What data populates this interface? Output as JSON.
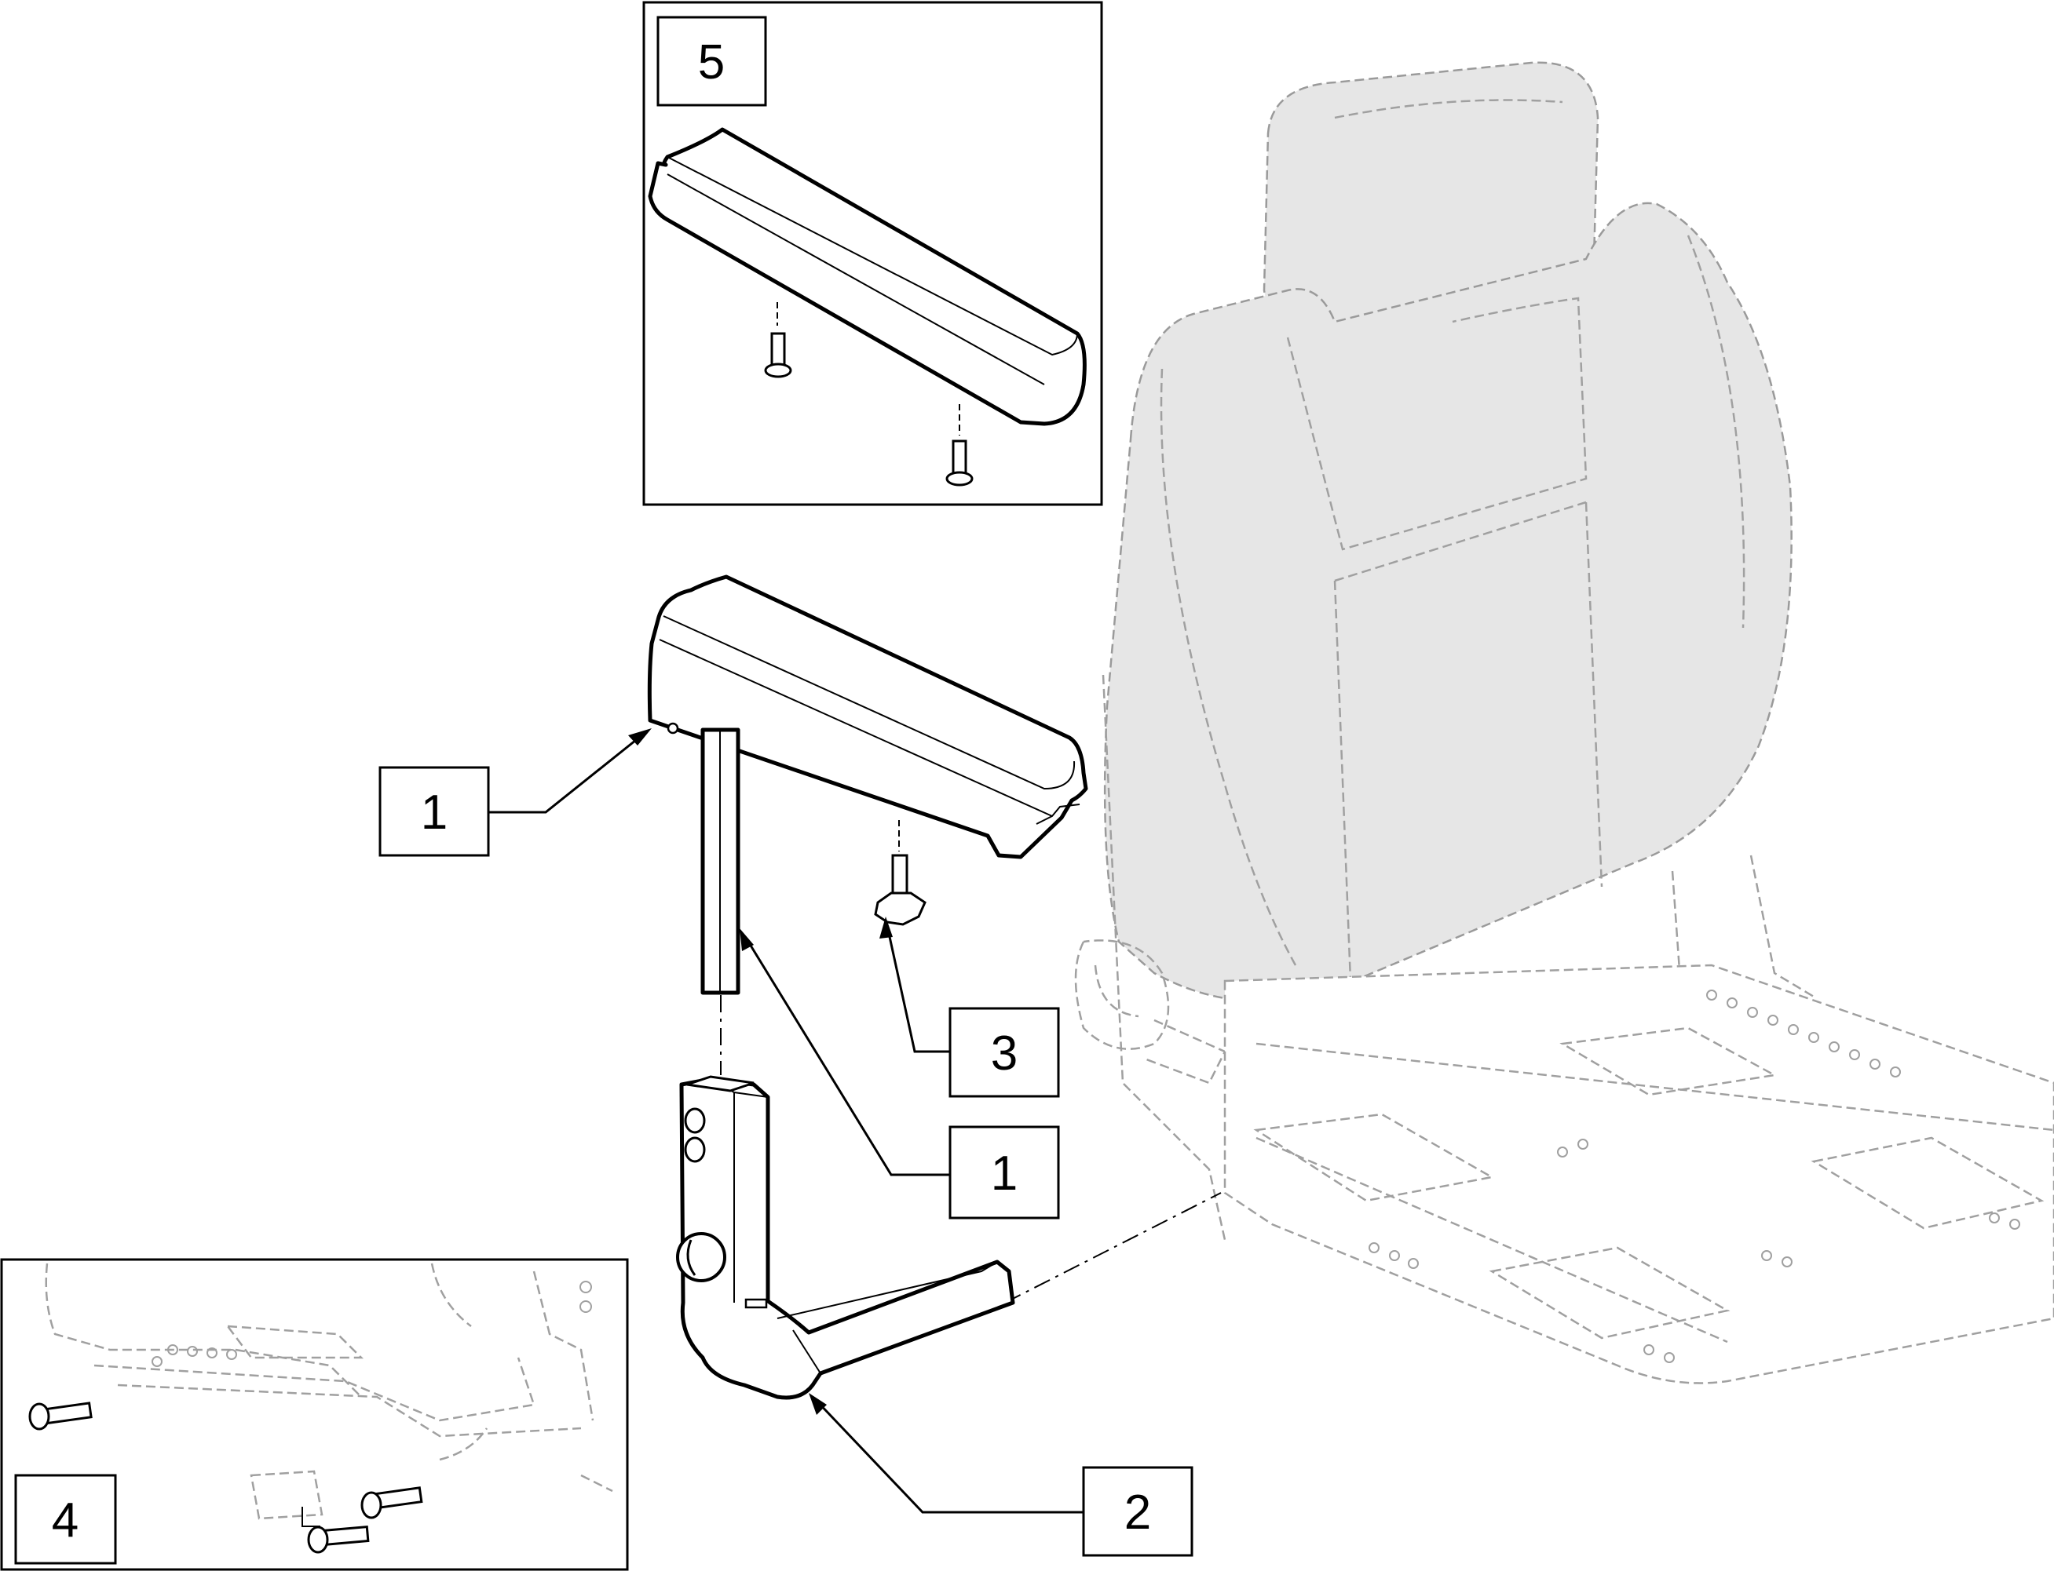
{
  "callouts": {
    "c1a": "1",
    "c1b": "1",
    "c2": "2",
    "c3": "3",
    "c4": "4",
    "c5": "5"
  },
  "colors": {
    "line": "#000000",
    "ghost_fill": "#e6e6e6",
    "ghost_stroke": "#9a9a9a",
    "background": "#ffffff"
  }
}
